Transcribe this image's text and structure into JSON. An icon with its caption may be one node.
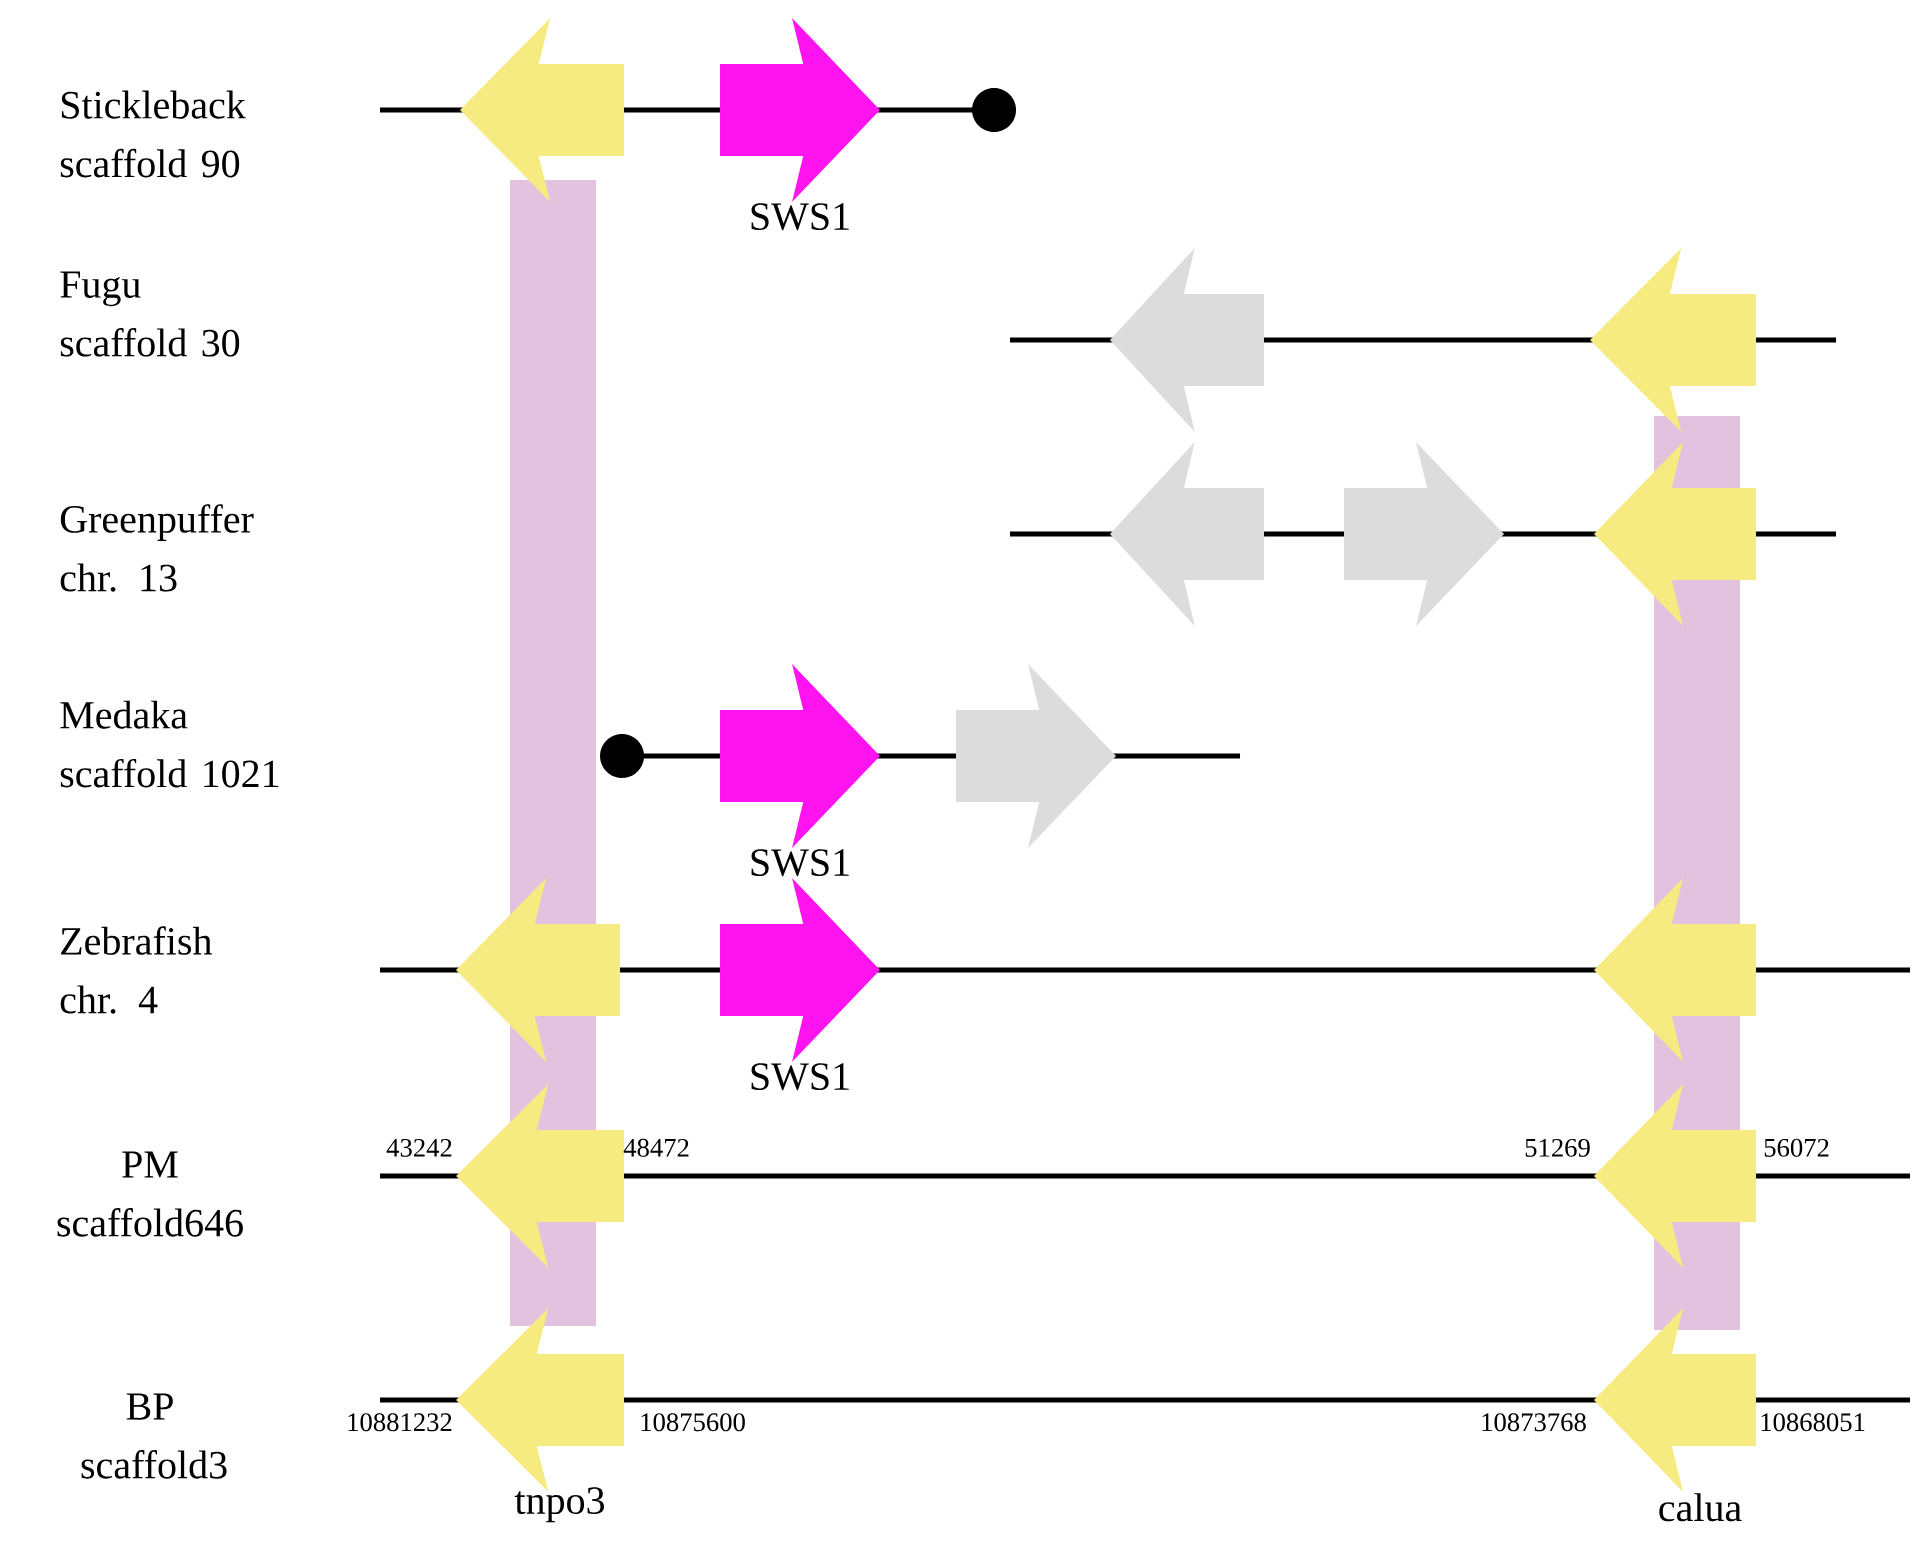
{
  "diagram": {
    "nodes": [
      {
        "text": [],
        "shape": "arrow"
      },
      {
        "text": [],
        "shape": "arrow",
        "beside": [
          "SWS1"
        ]
      },
      {
        "text": [],
        "shape": "bar"
      },
      {
        "text": [],
        "shape": "arrow"
      },
      {
        "text": [],
        "shape": "arrow"
      },
      {
        "text": [],
        "shape": "bar"
      },
      {
        "text": [],
        "shape": "arrow"
      },
      {
        "text": [],
        "shape": "arrow"
      },
      {
        "text": [],
        "shape": "arrow"
      },
      {
        "text": [],
        "shape": "arrow",
        "beside": [
          "SWS1"
        ]
      },
      {
        "text": [],
        "shape": "arrow"
      },
      {
        "text": [],
        "shape": "arrow"
      },
      {
        "text": [],
        "shape": "arrow",
        "beside": [
          "SWS1"
        ]
      },
      {
        "text": [],
        "shape": "arrow"
      },
      {
        "text": [],
        "shape": "arrow",
        "beside": [
          "43242",
          "48472"
        ]
      },
      {
        "text": [],
        "shape": "arrow",
        "beside": [
          "51269",
          "56072"
        ]
      },
      {
        "text": [],
        "shape": "arrow",
        "beside": [
          "10881232",
          "10875600",
          "tnpo3"
        ]
      },
      {
        "text": [],
        "shape": "arrow",
        "beside": [
          "10873768",
          "10868051",
          "calua"
        ]
      }
    ],
    "labels": [
      "Stickleback scaffold 90",
      "Fugu scaffold 30",
      "Greenpuffer chr. 13",
      "Medaka scaffold 1021",
      "Zebrafish chr. 4",
      "PM scaffold646",
      "BP scaffold3"
    ]
  }
}
